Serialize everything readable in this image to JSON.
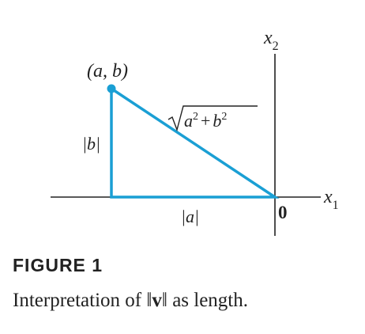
{
  "diagram": {
    "axis_x_label": "x",
    "axis_x_sub": "1",
    "axis_y_label": "x",
    "axis_y_sub": "2",
    "origin_label": "0",
    "point_label": "(a, b)",
    "vertical_side_label": "|b|",
    "horizontal_side_label": "|a|",
    "hypotenuse_a": "a",
    "hypotenuse_plus": "+",
    "hypotenuse_b": "b",
    "hypotenuse_exp": "2",
    "triangle_color": "#1a9fd4",
    "axis_color": "#222222"
  },
  "caption": {
    "figure_label": "FIGURE 1",
    "text_before": "Interpretation of ",
    "norm_open": "‖",
    "vector": "v",
    "norm_close": "‖",
    "text_after": " as length."
  }
}
